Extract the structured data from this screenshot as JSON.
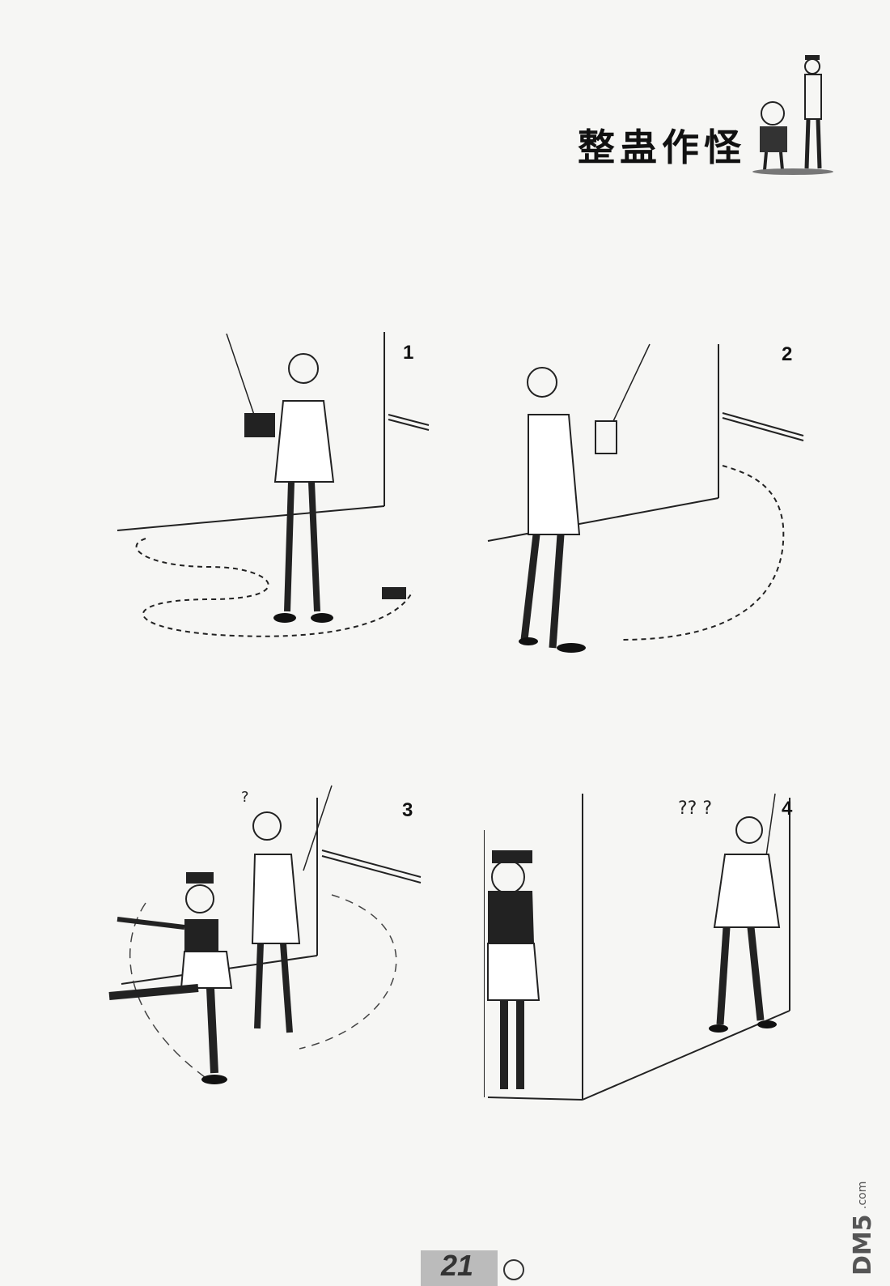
{
  "header": {
    "title": "整蛊作怪"
  },
  "panels": [
    {
      "number": "1"
    },
    {
      "number": "2"
    },
    {
      "number": "3"
    },
    {
      "number": "4"
    }
  ],
  "panel4": {
    "question_marks": "?? ?"
  },
  "panel3": {
    "question_marks": "?"
  },
  "footer": {
    "page_number": "21"
  },
  "watermark": {
    "brand": "DM5",
    "domain": ".com"
  }
}
